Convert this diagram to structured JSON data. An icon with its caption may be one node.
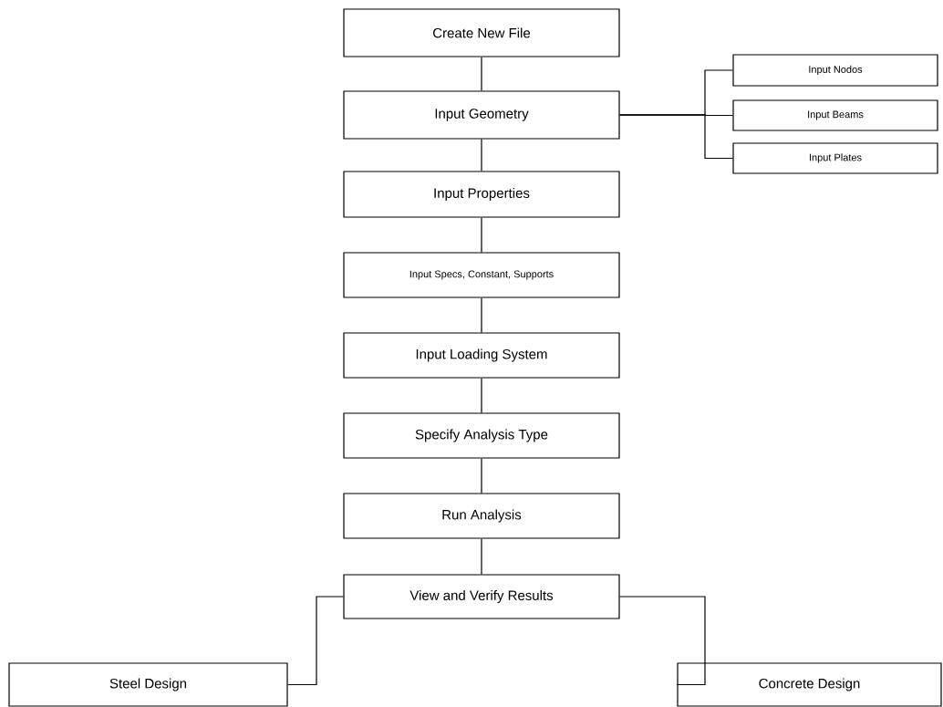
{
  "diagram": {
    "nodes": [
      {
        "text": [
          "Create New File"
        ]
      },
      {
        "text": [
          "Input Geometry"
        ]
      },
      {
        "text": [
          "Input Properties"
        ]
      },
      {
        "text": [
          "Input Specs, Constant, Supports"
        ]
      },
      {
        "text": [
          "Input Loading System"
        ]
      },
      {
        "text": [
          "Specify Analysis Type"
        ]
      },
      {
        "text": [
          "Run Analysis"
        ]
      },
      {
        "text": [
          "View and Verify Results"
        ]
      },
      {
        "text": [
          "Input Nodos"
        ]
      },
      {
        "text": [
          "Input Beams"
        ]
      },
      {
        "text": [
          "Input Plates"
        ]
      },
      {
        "text": [
          "Steel Design"
        ]
      },
      {
        "text": [
          "Concrete Design"
        ]
      }
    ],
    "edges": [
      {
        "from": 0,
        "to": 1,
        "arrow": "none"
      },
      {
        "from": 1,
        "to": 2,
        "arrow": "none"
      },
      {
        "from": 2,
        "to": 3,
        "arrow": "none"
      },
      {
        "from": 3,
        "to": 4,
        "arrow": "none"
      },
      {
        "from": 4,
        "to": 5,
        "arrow": "none"
      },
      {
        "from": 5,
        "to": 6,
        "arrow": "none"
      },
      {
        "from": 6,
        "to": 7,
        "arrow": "none"
      },
      {
        "from": 1,
        "to": 8,
        "arrow": "none"
      },
      {
        "from": 1,
        "to": 9,
        "arrow": "none"
      },
      {
        "from": 1,
        "to": 10,
        "arrow": "none"
      },
      {
        "from": 7,
        "to": 11,
        "arrow": "none"
      },
      {
        "from": 7,
        "to": 12,
        "arrow": "none"
      }
    ]
  }
}
